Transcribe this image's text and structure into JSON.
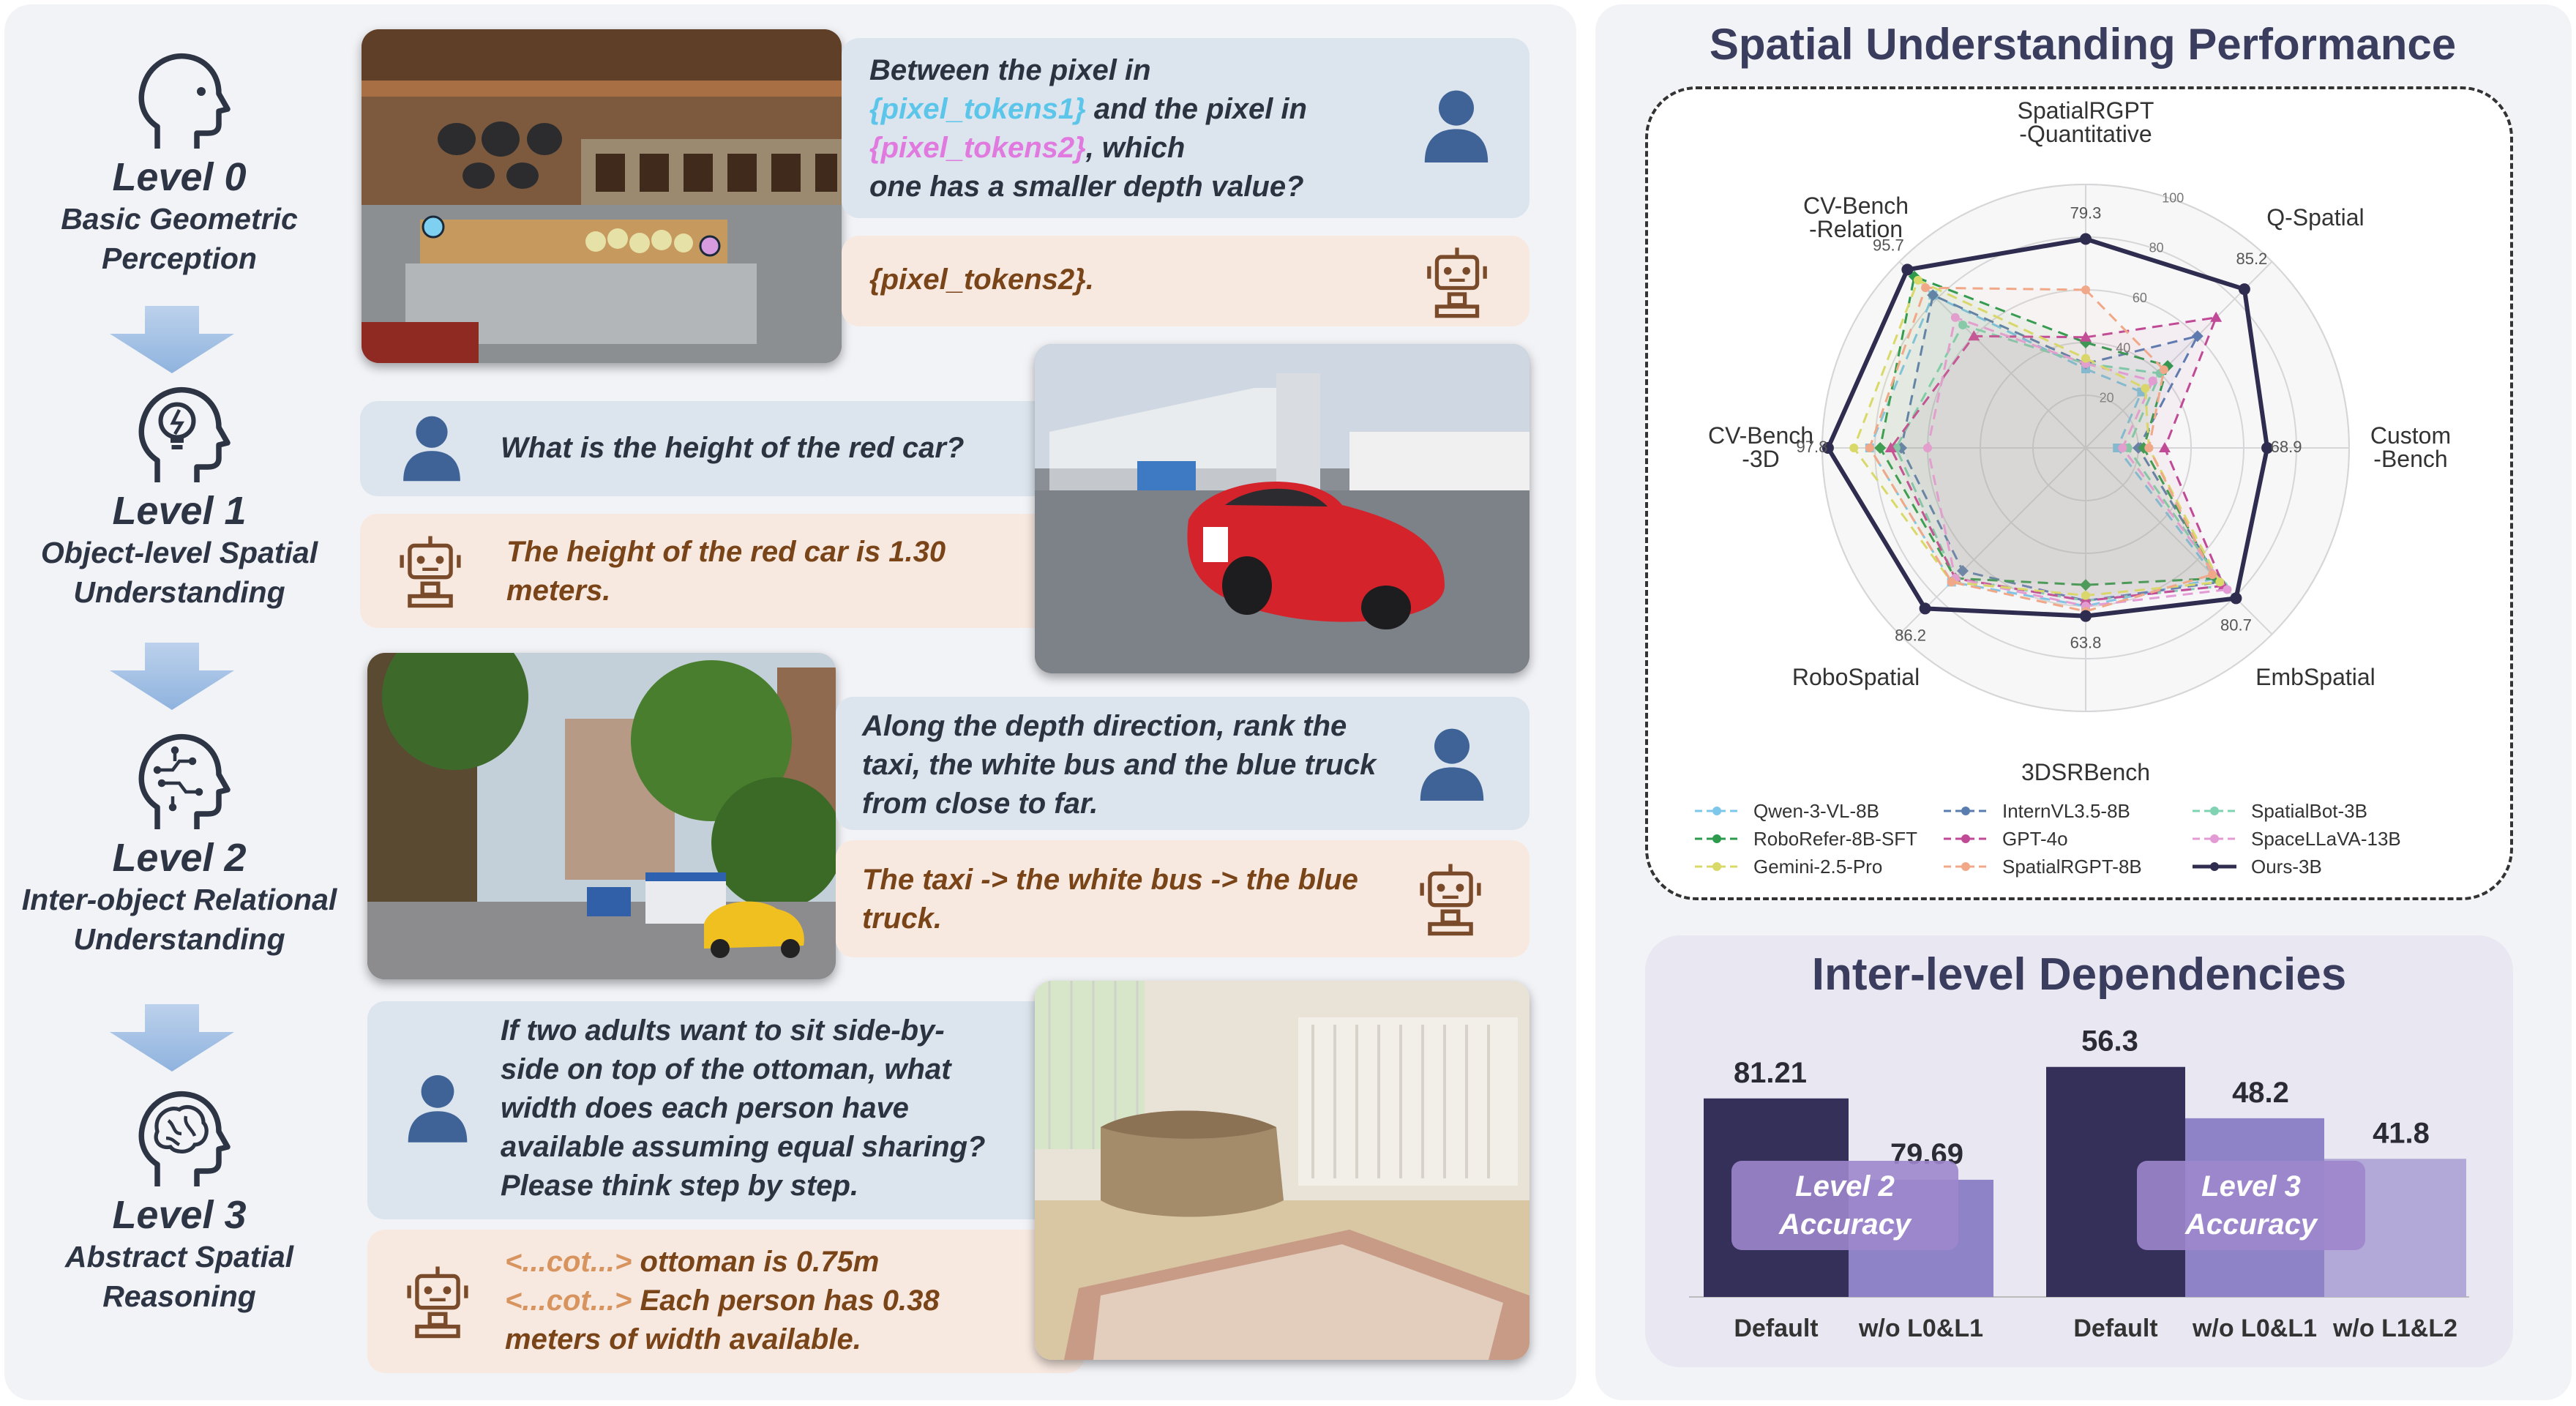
{
  "levels": [
    {
      "title": "Level 0",
      "subtitle_lines": [
        "Basic Geometric",
        "Perception"
      ],
      "icon": "head-outline-icon"
    },
    {
      "title": "Level 1",
      "subtitle_lines": [
        "Object-level Spatial",
        "Understanding"
      ],
      "icon": "head-lightbulb-icon"
    },
    {
      "title": "Level 2",
      "subtitle_lines": [
        "Inter-object Relational",
        "Understanding"
      ],
      "icon": "head-circuit-icon"
    },
    {
      "title": "Level 3",
      "subtitle_lines": [
        "Abstract Spatial",
        "Reasoning"
      ],
      "icon": "head-brain-icon"
    }
  ],
  "qa": {
    "l0": {
      "q_lines": [
        {
          "parts": [
            {
              "t": "Between the pixel in",
              "c": ""
            }
          ]
        },
        {
          "parts": [
            {
              "t": "{pixel_tokens1}",
              "c": "cyan"
            },
            {
              "t": " and the pixel in",
              "c": ""
            }
          ]
        },
        {
          "parts": [
            {
              "t": "{pixel_tokens2}",
              "c": "pink"
            },
            {
              "t": ", which",
              "c": ""
            }
          ]
        },
        {
          "parts": [
            {
              "t": "one has a smaller depth value?",
              "c": ""
            }
          ]
        }
      ],
      "a_lines": [
        {
          "parts": [
            {
              "t": "{pixel_tokens2}.",
              "c": ""
            }
          ]
        }
      ]
    },
    "l1": {
      "q_lines": [
        {
          "parts": [
            {
              "t": "What is the height of the red car?",
              "c": ""
            }
          ]
        }
      ],
      "a_lines": [
        {
          "parts": [
            {
              "t": "The height of the red car is 1.30",
              "c": ""
            }
          ]
        },
        {
          "parts": [
            {
              "t": "meters.",
              "c": ""
            }
          ]
        }
      ]
    },
    "l2": {
      "q_lines": [
        {
          "parts": [
            {
              "t": "Along the depth direction, rank the",
              "c": ""
            }
          ]
        },
        {
          "parts": [
            {
              "t": "taxi, the white bus and the blue truck",
              "c": ""
            }
          ]
        },
        {
          "parts": [
            {
              "t": "from close to far.",
              "c": ""
            }
          ]
        }
      ],
      "a_lines": [
        {
          "parts": [
            {
              "t": "The taxi -> the white bus -> the blue",
              "c": ""
            }
          ]
        },
        {
          "parts": [
            {
              "t": "truck.",
              "c": ""
            }
          ]
        }
      ]
    },
    "l3": {
      "q_lines": [
        {
          "parts": [
            {
              "t": "If two adults want to sit side-by-",
              "c": ""
            }
          ]
        },
        {
          "parts": [
            {
              "t": "side on top of the ottoman, what",
              "c": ""
            }
          ]
        },
        {
          "parts": [
            {
              "t": "width does each person have",
              "c": ""
            }
          ]
        },
        {
          "parts": [
            {
              "t": "available assuming equal sharing?",
              "c": ""
            }
          ]
        },
        {
          "parts": [
            {
              "t": "Please think step by step.",
              "c": ""
            }
          ]
        }
      ],
      "a_lines": [
        {
          "parts": [
            {
              "t": "<...cot...>",
              "c": "peach"
            },
            {
              "t": " ottoman is 0.75m",
              "c": ""
            }
          ]
        },
        {
          "parts": [
            {
              "t": "<...cot...>",
              "c": "peach"
            },
            {
              "t": " Each person has 0.38",
              "c": ""
            }
          ]
        },
        {
          "parts": [
            {
              "t": "meters of width available.",
              "c": ""
            }
          ]
        }
      ]
    }
  },
  "icons": {
    "user": "user-icon",
    "robot": "robot-icon"
  },
  "photos": [
    "kitchen-photo",
    "red-car-photo",
    "street-photo",
    "living-room-photo"
  ],
  "colors": {
    "ours": "#2f2d4f",
    "question_bg": "#dce4ee",
    "answer_bg": "#f8e9e0",
    "accent_purple": "#8f7dc4"
  },
  "chart_data": [
    {
      "type": "radar",
      "title": "Spatial Understanding Performance",
      "axes": [
        "SpatialRGPT\n-Quantitative",
        "Q-Spatial",
        "Custom\n-Bench",
        "EmbSpatial",
        "3DSRBench",
        "RoboSpatial",
        "CV-Bench\n-3D",
        "CV-Bench\n-Relation"
      ],
      "rlim": [
        0,
        100
      ],
      "rticks": [
        20,
        40,
        60,
        80,
        100
      ],
      "legend_position": "bottom",
      "series": [
        {
          "name": "Qwen-3-VL-8B",
          "color": "#7cc7ea",
          "marker": "square",
          "values": [
            30,
            30,
            12,
            70,
            60,
            72,
            82,
            82
          ]
        },
        {
          "name": "InternVL3.5-8B",
          "color": "#5a7db0",
          "marker": "diamond",
          "values": [
            32,
            60,
            20,
            72,
            58,
            66,
            70,
            82
          ]
        },
        {
          "name": "SpatialBot-3B",
          "color": "#7fd2b2",
          "marker": "circle",
          "values": [
            32,
            40,
            16,
            74,
            58,
            70,
            72,
            66
          ]
        },
        {
          "name": "RoboRefer-8B-SFT",
          "color": "#2e9a4e",
          "marker": "diamond",
          "values": [
            40,
            44,
            22,
            70,
            52,
            70,
            78,
            92
          ]
        },
        {
          "name": "GPT-4o",
          "color": "#c04a96",
          "marker": "triangle",
          "values": [
            42,
            70,
            30,
            74,
            58,
            70,
            74,
            60
          ]
        },
        {
          "name": "SpaceLLaVA-13B",
          "color": "#e39bd6",
          "marker": "circle",
          "values": [
            32,
            36,
            14,
            76,
            60,
            70,
            60,
            70
          ]
        },
        {
          "name": "Gemini-2.5-Pro",
          "color": "#d9d96a",
          "marker": "circle",
          "values": [
            34,
            32,
            24,
            72,
            56,
            72,
            88,
            90
          ]
        },
        {
          "name": "SpatialRGPT-8B",
          "color": "#f0a888",
          "marker": "circle",
          "values": [
            60,
            42,
            24,
            68,
            62,
            72,
            82,
            86
          ]
        },
        {
          "name": "Ours-3B",
          "color": "#2f2d4f",
          "marker": "circle",
          "values": [
            79.3,
            85.2,
            68.9,
            80.7,
            63.8,
            86.2,
            97.8,
            95.7
          ]
        }
      ],
      "value_labels": [
        "79.3",
        "85.2",
        "68.9",
        "80.7",
        "63.8",
        "86.2",
        "97.8",
        "95.7"
      ]
    },
    {
      "type": "bar",
      "title": "Inter-level Dependencies",
      "groups": [
        {
          "label": "Level 2\nAccuracy",
          "categories": [
            "Default",
            "w/o L0&L1"
          ],
          "values": [
            81.21,
            79.69
          ],
          "value_labels": [
            "81.21",
            "79.69"
          ],
          "ylim": [
            77.5,
            82
          ]
        },
        {
          "label": "Level 3\nAccuracy",
          "categories": [
            "Default",
            "w/o L0&L1",
            "w/o L1&L2"
          ],
          "values": [
            56.3,
            48.2,
            41.8
          ],
          "value_labels": [
            "56.3",
            "48.2",
            "41.8"
          ],
          "ylim": [
            20,
            58
          ]
        }
      ]
    }
  ]
}
